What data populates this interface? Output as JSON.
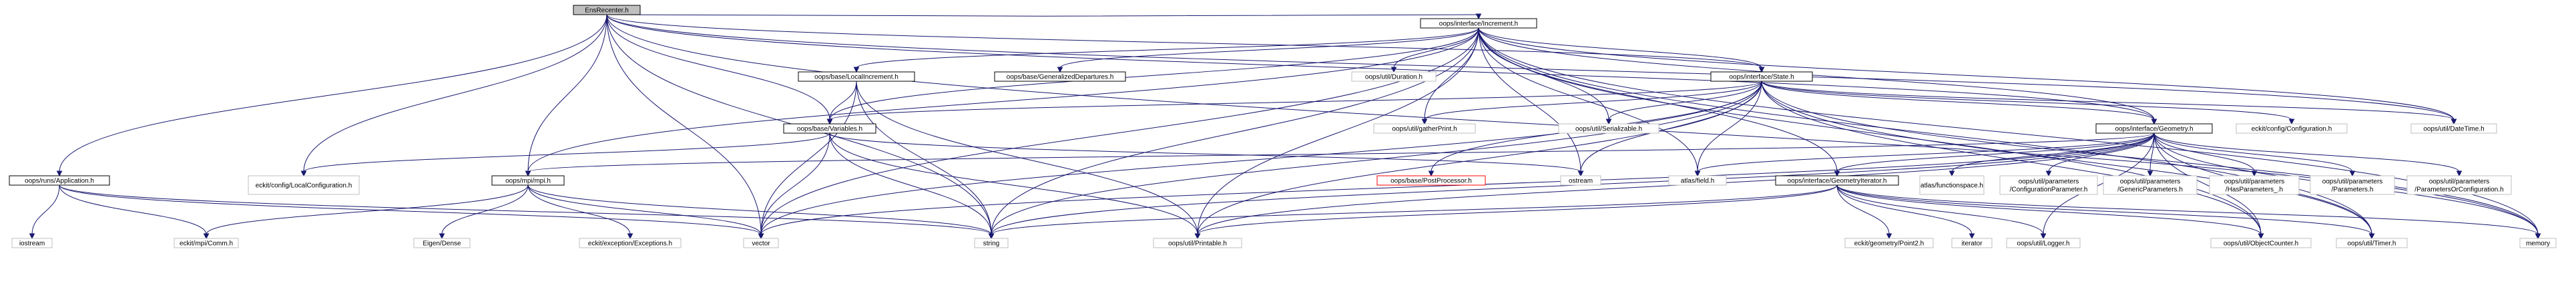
{
  "diagram": {
    "kind": "include-dependency-graph",
    "colors": {
      "edge": "#191970",
      "root_fill": "#bfbfbf",
      "system_border": "#bfbfbf",
      "missing_border": "#ff0000",
      "node_border": "#000000"
    },
    "nodes": [
      {
        "id": "EnsRecenter",
        "lines": [
          "EnsRecenter.h"
        ],
        "style": "root"
      },
      {
        "id": "Increment",
        "lines": [
          "oops/interface/Increment.h"
        ],
        "style": "normal"
      },
      {
        "id": "Application",
        "lines": [
          "oops/runs/Application.h"
        ],
        "style": "normal"
      },
      {
        "id": "LocalConfiguration",
        "lines": [
          "eckit/config/LocalConfiguration.h"
        ],
        "style": "system"
      },
      {
        "id": "mpi",
        "lines": [
          "oops/mpi/mpi.h"
        ],
        "style": "normal"
      },
      {
        "id": "vector",
        "lines": [
          "vector"
        ],
        "style": "system"
      },
      {
        "id": "string",
        "lines": [
          "string"
        ],
        "style": "system"
      },
      {
        "id": "Variables",
        "lines": [
          "oops/base/Variables.h"
        ],
        "style": "normal"
      },
      {
        "id": "State",
        "lines": [
          "oops/interface/State.h"
        ],
        "style": "normal"
      },
      {
        "id": "Geometry",
        "lines": [
          "oops/interface/Geometry.h"
        ],
        "style": "normal"
      },
      {
        "id": "DateTime",
        "lines": [
          "oops/util/DateTime.h"
        ],
        "style": "system"
      },
      {
        "id": "memory",
        "lines": [
          "memory"
        ],
        "style": "system"
      },
      {
        "id": "LocalIncrement",
        "lines": [
          "oops/base/LocalIncrement.h"
        ],
        "style": "normal"
      },
      {
        "id": "GeneralizedDepartures",
        "lines": [
          "oops/base/GeneralizedDepartures.h"
        ],
        "style": "normal"
      },
      {
        "id": "Duration",
        "lines": [
          "oops/util/Duration.h"
        ],
        "style": "system"
      },
      {
        "id": "gatherPrint",
        "lines": [
          "oops/util/gatherPrint.h"
        ],
        "style": "system"
      },
      {
        "id": "Serializable",
        "lines": [
          "oops/util/Serializable.h"
        ],
        "style": "system"
      },
      {
        "id": "field",
        "lines": [
          "atlas/field.h"
        ],
        "style": "system"
      },
      {
        "id": "Printable",
        "lines": [
          "oops/util/Printable.h"
        ],
        "style": "system"
      },
      {
        "id": "ostream",
        "lines": [
          "ostream"
        ],
        "style": "system"
      },
      {
        "id": "GeometryIterator",
        "lines": [
          "oops/interface/GeometryIterator.h"
        ],
        "style": "normal"
      },
      {
        "id": "ObjectCounter",
        "lines": [
          "oops/util/ObjectCounter.h"
        ],
        "style": "system"
      },
      {
        "id": "Timer",
        "lines": [
          "oops/util/Timer.h"
        ],
        "style": "system"
      },
      {
        "id": "Configuration",
        "lines": [
          "eckit/config/Configuration.h"
        ],
        "style": "system"
      },
      {
        "id": "PostProcessor",
        "lines": [
          "oops/base/PostProcessor.h"
        ],
        "style": "missing"
      },
      {
        "id": "functionspace",
        "lines": [
          "atlas/functionspace.h"
        ],
        "style": "system"
      },
      {
        "id": "ConfigurationParameter",
        "lines": [
          "oops/util/parameters",
          "/ConfigurationParameter.h"
        ],
        "style": "system"
      },
      {
        "id": "GenericParameters",
        "lines": [
          "oops/util/parameters",
          "/GenericParameters.h"
        ],
        "style": "system"
      },
      {
        "id": "HasParameters",
        "lines": [
          "oops/util/parameters",
          "/HasParameters_.h"
        ],
        "style": "system"
      },
      {
        "id": "Parameters",
        "lines": [
          "oops/util/parameters",
          "/Parameters.h"
        ],
        "style": "system"
      },
      {
        "id": "ParametersOrConfiguration",
        "lines": [
          "oops/util/parameters",
          "/ParametersOrConfiguration.h"
        ],
        "style": "system"
      },
      {
        "id": "iostream",
        "lines": [
          "iostream"
        ],
        "style": "system"
      },
      {
        "id": "Comm",
        "lines": [
          "eckit/mpi/Comm.h"
        ],
        "style": "system"
      },
      {
        "id": "EigenDense",
        "lines": [
          "Eigen/Dense"
        ],
        "style": "system"
      },
      {
        "id": "Exceptions",
        "lines": [
          "eckit/exception/Exceptions.h"
        ],
        "style": "system"
      },
      {
        "id": "Point2",
        "lines": [
          "eckit/geometry/Point2.h"
        ],
        "style": "system"
      },
      {
        "id": "iterator",
        "lines": [
          "iterator"
        ],
        "style": "system"
      },
      {
        "id": "Logger",
        "lines": [
          "oops/util/Logger.h"
        ],
        "style": "system"
      }
    ],
    "edges": [
      [
        "EnsRecenter",
        "Increment"
      ],
      [
        "EnsRecenter",
        "Application"
      ],
      [
        "EnsRecenter",
        "LocalConfiguration"
      ],
      [
        "EnsRecenter",
        "mpi"
      ],
      [
        "EnsRecenter",
        "vector"
      ],
      [
        "EnsRecenter",
        "string"
      ],
      [
        "EnsRecenter",
        "Variables"
      ],
      [
        "EnsRecenter",
        "State"
      ],
      [
        "EnsRecenter",
        "Geometry"
      ],
      [
        "EnsRecenter",
        "DateTime"
      ],
      [
        "EnsRecenter",
        "memory"
      ],
      [
        "Increment",
        "LocalIncrement"
      ],
      [
        "Increment",
        "GeneralizedDepartures"
      ],
      [
        "Increment",
        "Duration"
      ],
      [
        "Increment",
        "State"
      ],
      [
        "Increment",
        "Geometry"
      ],
      [
        "Increment",
        "Variables"
      ],
      [
        "Increment",
        "mpi"
      ],
      [
        "Increment",
        "gatherPrint"
      ],
      [
        "Increment",
        "Serializable"
      ],
      [
        "Increment",
        "field"
      ],
      [
        "Increment",
        "Printable"
      ],
      [
        "Increment",
        "vector"
      ],
      [
        "Increment",
        "string"
      ],
      [
        "Increment",
        "ostream"
      ],
      [
        "Increment",
        "DateTime"
      ],
      [
        "Increment",
        "ObjectCounter"
      ],
      [
        "Increment",
        "Timer"
      ],
      [
        "Increment",
        "memory"
      ],
      [
        "Increment",
        "GeometryIterator"
      ],
      [
        "LocalIncrement",
        "Variables"
      ],
      [
        "LocalIncrement",
        "vector"
      ],
      [
        "LocalIncrement",
        "string"
      ],
      [
        "LocalIncrement",
        "Printable"
      ],
      [
        "Variables",
        "LocalConfiguration"
      ],
      [
        "Variables",
        "vector"
      ],
      [
        "Variables",
        "string"
      ],
      [
        "Variables",
        "Printable"
      ],
      [
        "Variables",
        "ostream"
      ],
      [
        "State",
        "Variables"
      ],
      [
        "State",
        "Geometry"
      ],
      [
        "State",
        "gatherPrint"
      ],
      [
        "State",
        "Serializable"
      ],
      [
        "State",
        "Configuration"
      ],
      [
        "State",
        "PostProcessor"
      ],
      [
        "State",
        "field"
      ],
      [
        "State",
        "Printable"
      ],
      [
        "State",
        "DateTime"
      ],
      [
        "State",
        "ObjectCounter"
      ],
      [
        "State",
        "Timer"
      ],
      [
        "State",
        "vector"
      ],
      [
        "State",
        "string"
      ],
      [
        "State",
        "ostream"
      ],
      [
        "State",
        "memory"
      ],
      [
        "Geometry",
        "GeometryIterator"
      ],
      [
        "Geometry",
        "mpi"
      ],
      [
        "Geometry",
        "field"
      ],
      [
        "Geometry",
        "functionspace"
      ],
      [
        "Geometry",
        "ConfigurationParameter"
      ],
      [
        "Geometry",
        "GenericParameters"
      ],
      [
        "Geometry",
        "HasParameters"
      ],
      [
        "Geometry",
        "Parameters"
      ],
      [
        "Geometry",
        "ParametersOrConfiguration"
      ],
      [
        "Geometry",
        "ObjectCounter"
      ],
      [
        "Geometry",
        "Timer"
      ],
      [
        "Geometry",
        "Printable"
      ],
      [
        "Geometry",
        "Logger"
      ],
      [
        "Geometry",
        "vector"
      ],
      [
        "Geometry",
        "string"
      ],
      [
        "Geometry",
        "memory"
      ],
      [
        "GeometryIterator",
        "Point2"
      ],
      [
        "GeometryIterator",
        "iterator"
      ],
      [
        "GeometryIterator",
        "Logger"
      ],
      [
        "GeometryIterator",
        "ObjectCounter"
      ],
      [
        "GeometryIterator",
        "Printable"
      ],
      [
        "GeometryIterator",
        "Timer"
      ],
      [
        "GeometryIterator",
        "string"
      ],
      [
        "GeometryIterator",
        "memory"
      ],
      [
        "Application",
        "iostream"
      ],
      [
        "Application",
        "Comm"
      ],
      [
        "Application",
        "string"
      ],
      [
        "Application",
        "vector"
      ],
      [
        "mpi",
        "Comm"
      ],
      [
        "mpi",
        "EigenDense"
      ],
      [
        "mpi",
        "Exceptions"
      ],
      [
        "mpi",
        "vector"
      ],
      [
        "mpi",
        "string"
      ]
    ]
  }
}
